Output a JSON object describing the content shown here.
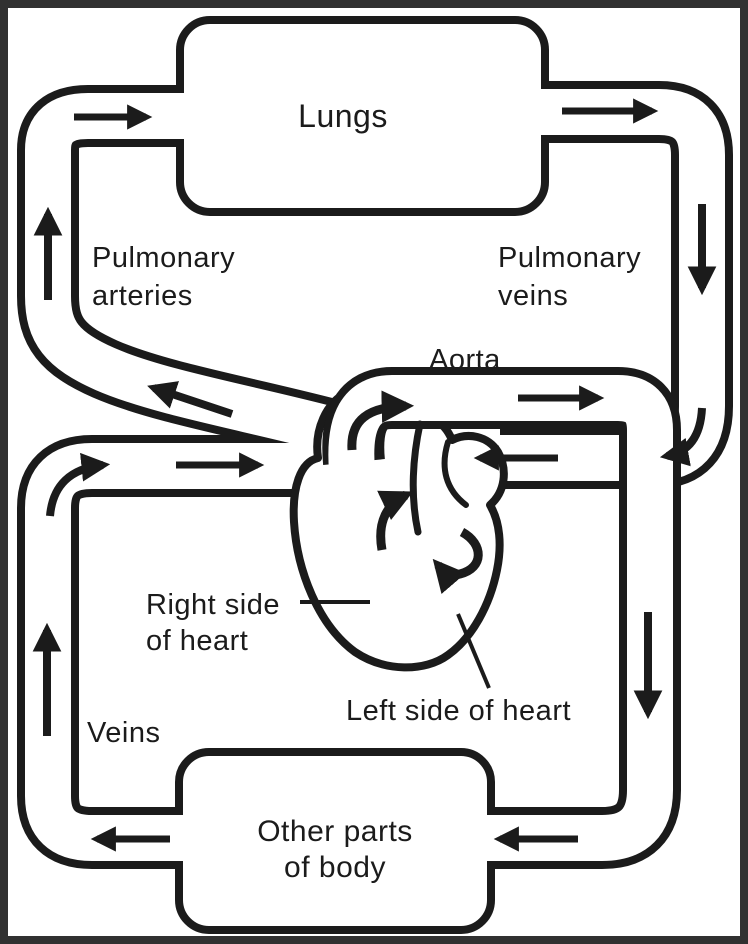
{
  "diagram": {
    "type": "circulatory-system-flow-diagram",
    "colors": {
      "ink": "#1b1b1b",
      "frame": "#313131",
      "background": "#ffffff"
    },
    "boxes": {
      "lungs": "Lungs",
      "other_parts_line1": "Other parts",
      "other_parts_line2": "of body"
    },
    "labels": {
      "pulmonary_arteries_line1": "Pulmonary",
      "pulmonary_arteries_line2": "arteries",
      "pulmonary_veins_line1": "Pulmonary",
      "pulmonary_veins_line2": "veins",
      "aorta": "Aorta",
      "right_heart_line1": "Right side",
      "right_heart_line2": "of heart",
      "left_heart": "Left side of heart",
      "veins": "Veins"
    }
  }
}
